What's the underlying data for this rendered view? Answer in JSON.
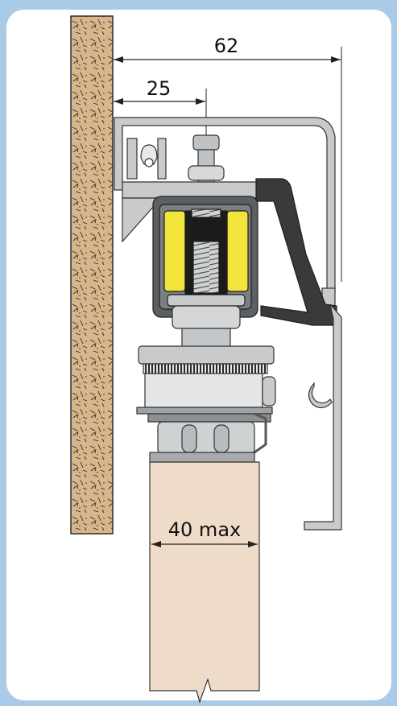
{
  "dimensions": {
    "total_depth": "62",
    "mount_offset": "25",
    "door_thickness": "40 max"
  },
  "colors": {
    "background": "#a9cbe8",
    "panel": "#ffffff",
    "wall": "#d9b58b",
    "door": "#efdcc8",
    "profile": "#c8cacc",
    "dark_profile": "#3a3a3a",
    "carriage_housing": "#5c6062",
    "wheel_insert": "#f1e43a",
    "screw": "#b8bcbe"
  }
}
